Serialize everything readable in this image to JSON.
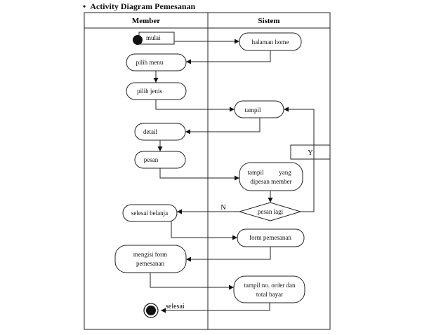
{
  "heading": {
    "bullet": "•",
    "title": "Activity Diagram Pemesanan"
  },
  "swimlanes": {
    "left": "Member",
    "right": "Sistem"
  },
  "nodes": {
    "start": "mulai",
    "halaman_home": "halaman home",
    "pilih_menu": "pilih menu",
    "pilih_jenis": "pilih jenis",
    "tampil": "tampil",
    "detail": "detail",
    "pesan": "pesan",
    "tampil_dipesan_line1": "tampil",
    "tampil_dipesan_line1b": "yang",
    "tampil_dipesan_line2": "dipesan member",
    "pesan_lagi": "pesan lagi",
    "selesai_belanja": "selesai belanja",
    "form_pemesanan": "form pemesanan",
    "mengisi_form_line1": "mengisi form",
    "mengisi_form_line2": "pemesanan",
    "tampil_order_line1": "tampil no. order dan",
    "tampil_order_line2": "total bayar",
    "end": "selesai"
  },
  "guards": {
    "no": "N",
    "yes": "Y"
  }
}
